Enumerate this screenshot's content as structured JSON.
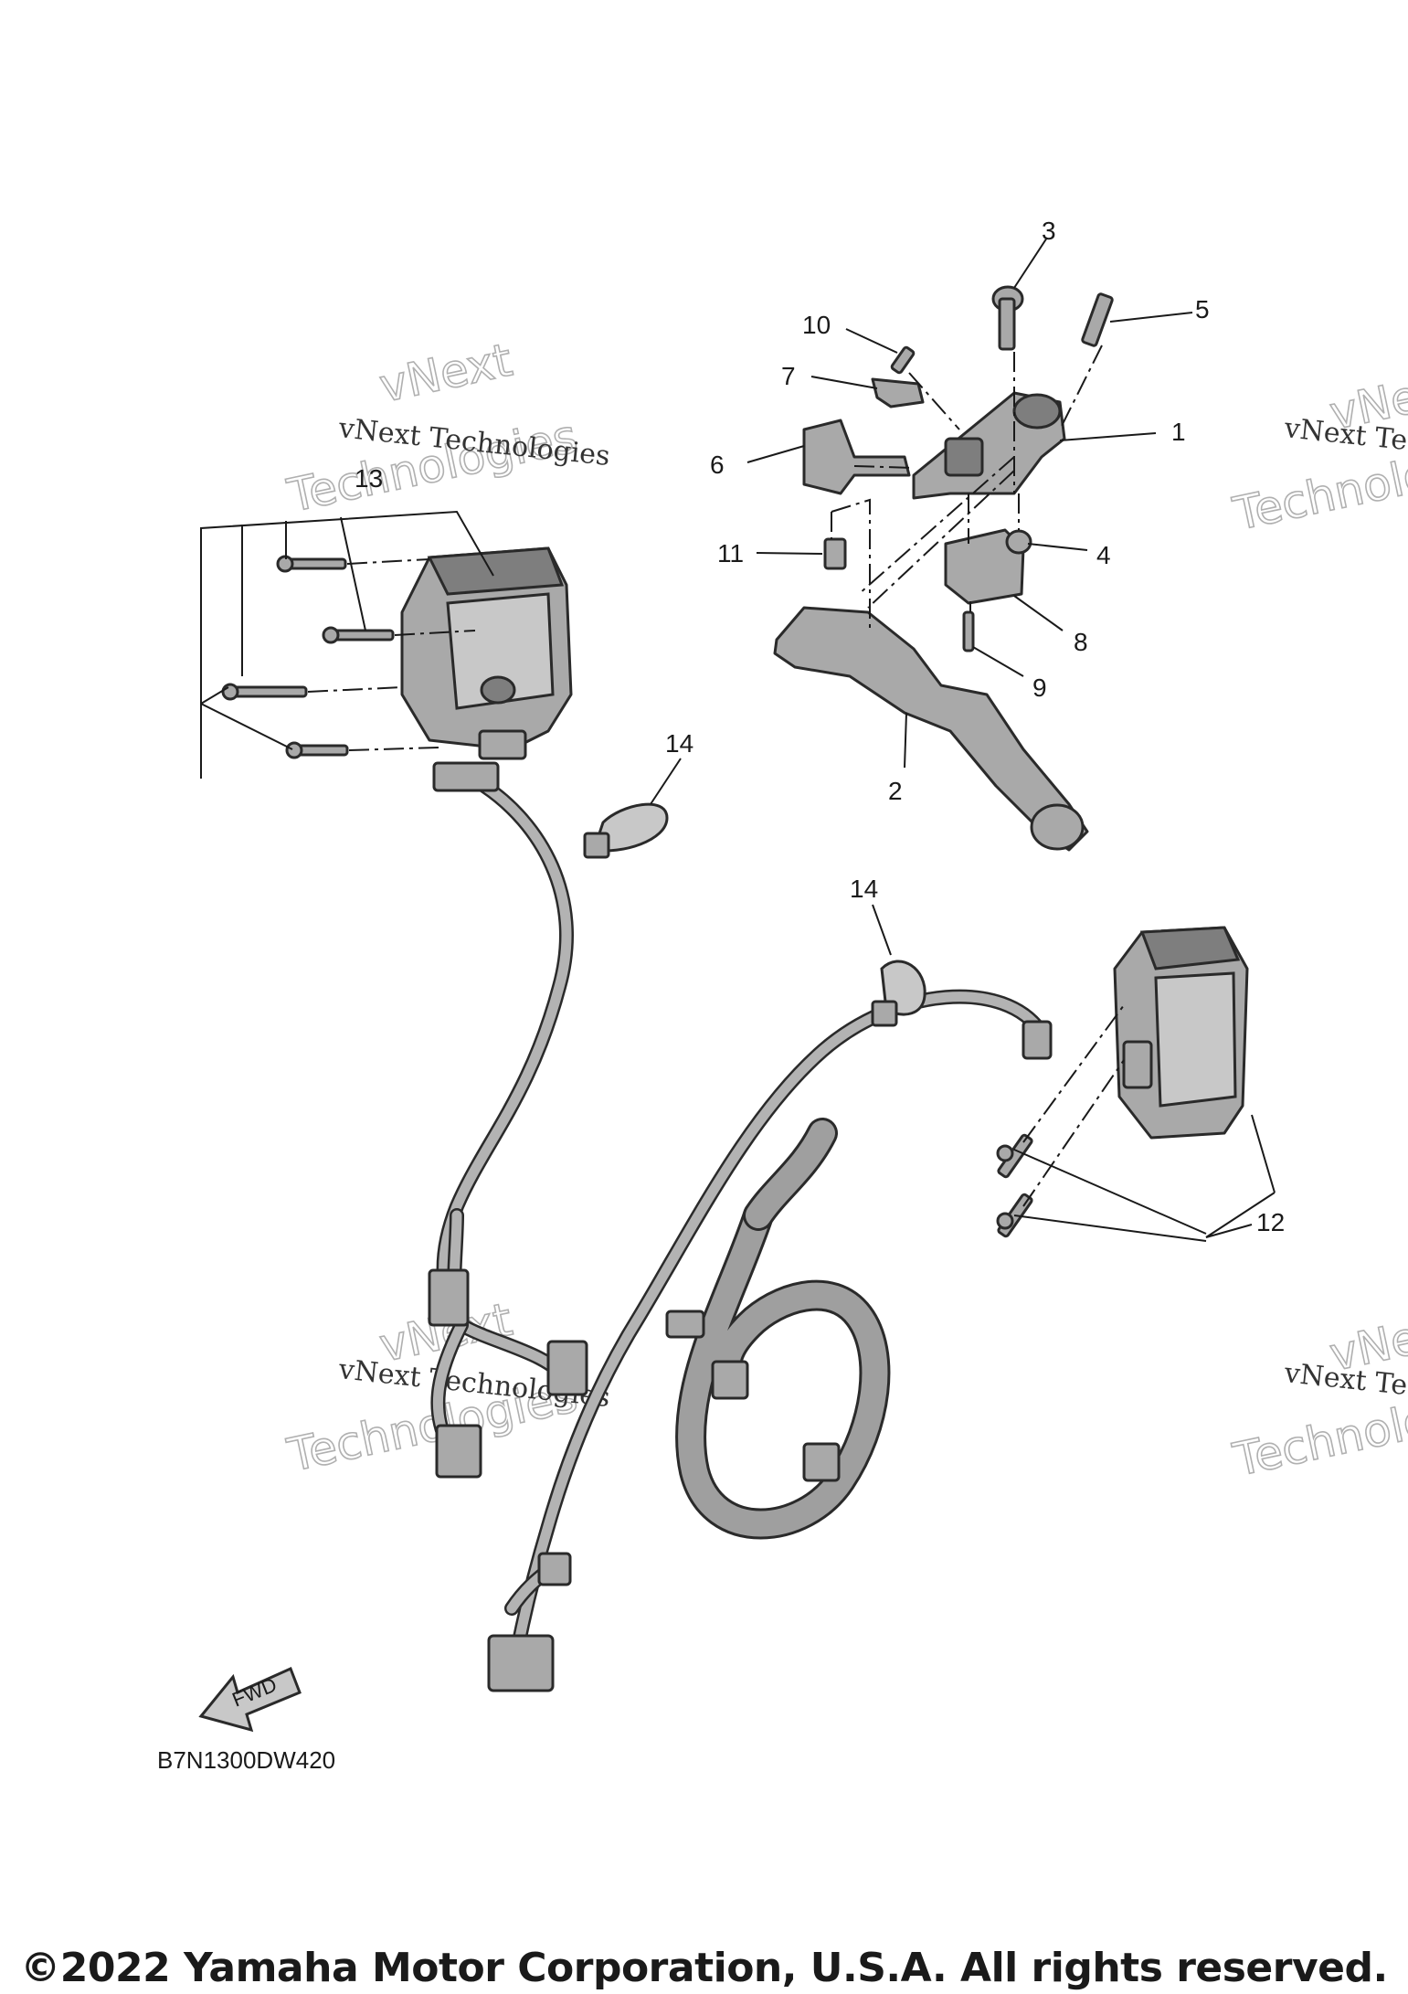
{
  "callouts": {
    "c1": "1",
    "c2": "2",
    "c3": "3",
    "c4": "4",
    "c5": "5",
    "c6": "6",
    "c7": "7",
    "c8": "8",
    "c9": "9",
    "c10": "10",
    "c11": "11",
    "c12": "12",
    "c13": "13",
    "c14a": "14",
    "c14b": "14"
  },
  "watermark": {
    "company_a": "vNext",
    "company_b": "Technologies",
    "full": "vNext Technologies"
  },
  "fwd_arrow_label": "FWD",
  "diagram_code": "B7N1300DW420",
  "copyright": "©2022 Yamaha Motor Corporation, U.S.A. All rights reserved."
}
